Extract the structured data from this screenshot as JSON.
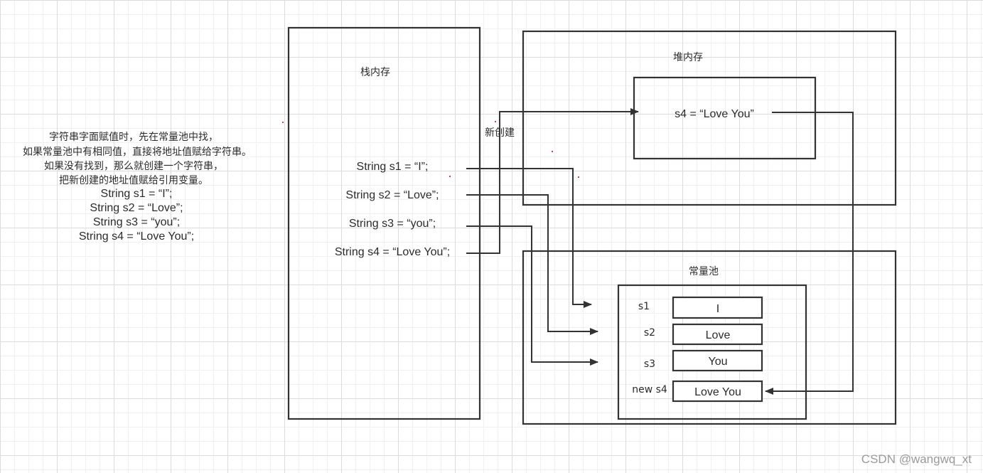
{
  "note": {
    "lines": [
      "字符串字面赋值时，先在常量池中找，",
      "如果常量池中有相同值，直接将地址值赋给字符串。",
      "如果没有找到，那么就创建一个字符串，",
      "把新创建的地址值赋给引用变量。",
      "String s1 = “I”;",
      "String s2 = “Love”;",
      "String s3 = “you”;",
      "String s4 = “Love You”;"
    ]
  },
  "stack": {
    "title": "栈内存",
    "statements": [
      "String s1 = “I”;",
      "String s2 = “Love”;",
      "String s3 = “you”;",
      "String s4 = “Love You”;"
    ]
  },
  "heap": {
    "title": "堆内存",
    "object_label": "s4 = “Love You”"
  },
  "new_label": "新创建",
  "pool": {
    "title": "常量池",
    "entries": [
      {
        "name": "s1",
        "value": "I"
      },
      {
        "name": "s2",
        "value": "Love"
      },
      {
        "name": "s3",
        "value": "You"
      },
      {
        "name": "new s4",
        "value": "Love You"
      }
    ]
  },
  "watermark": "CSDN @wangwq_xt"
}
